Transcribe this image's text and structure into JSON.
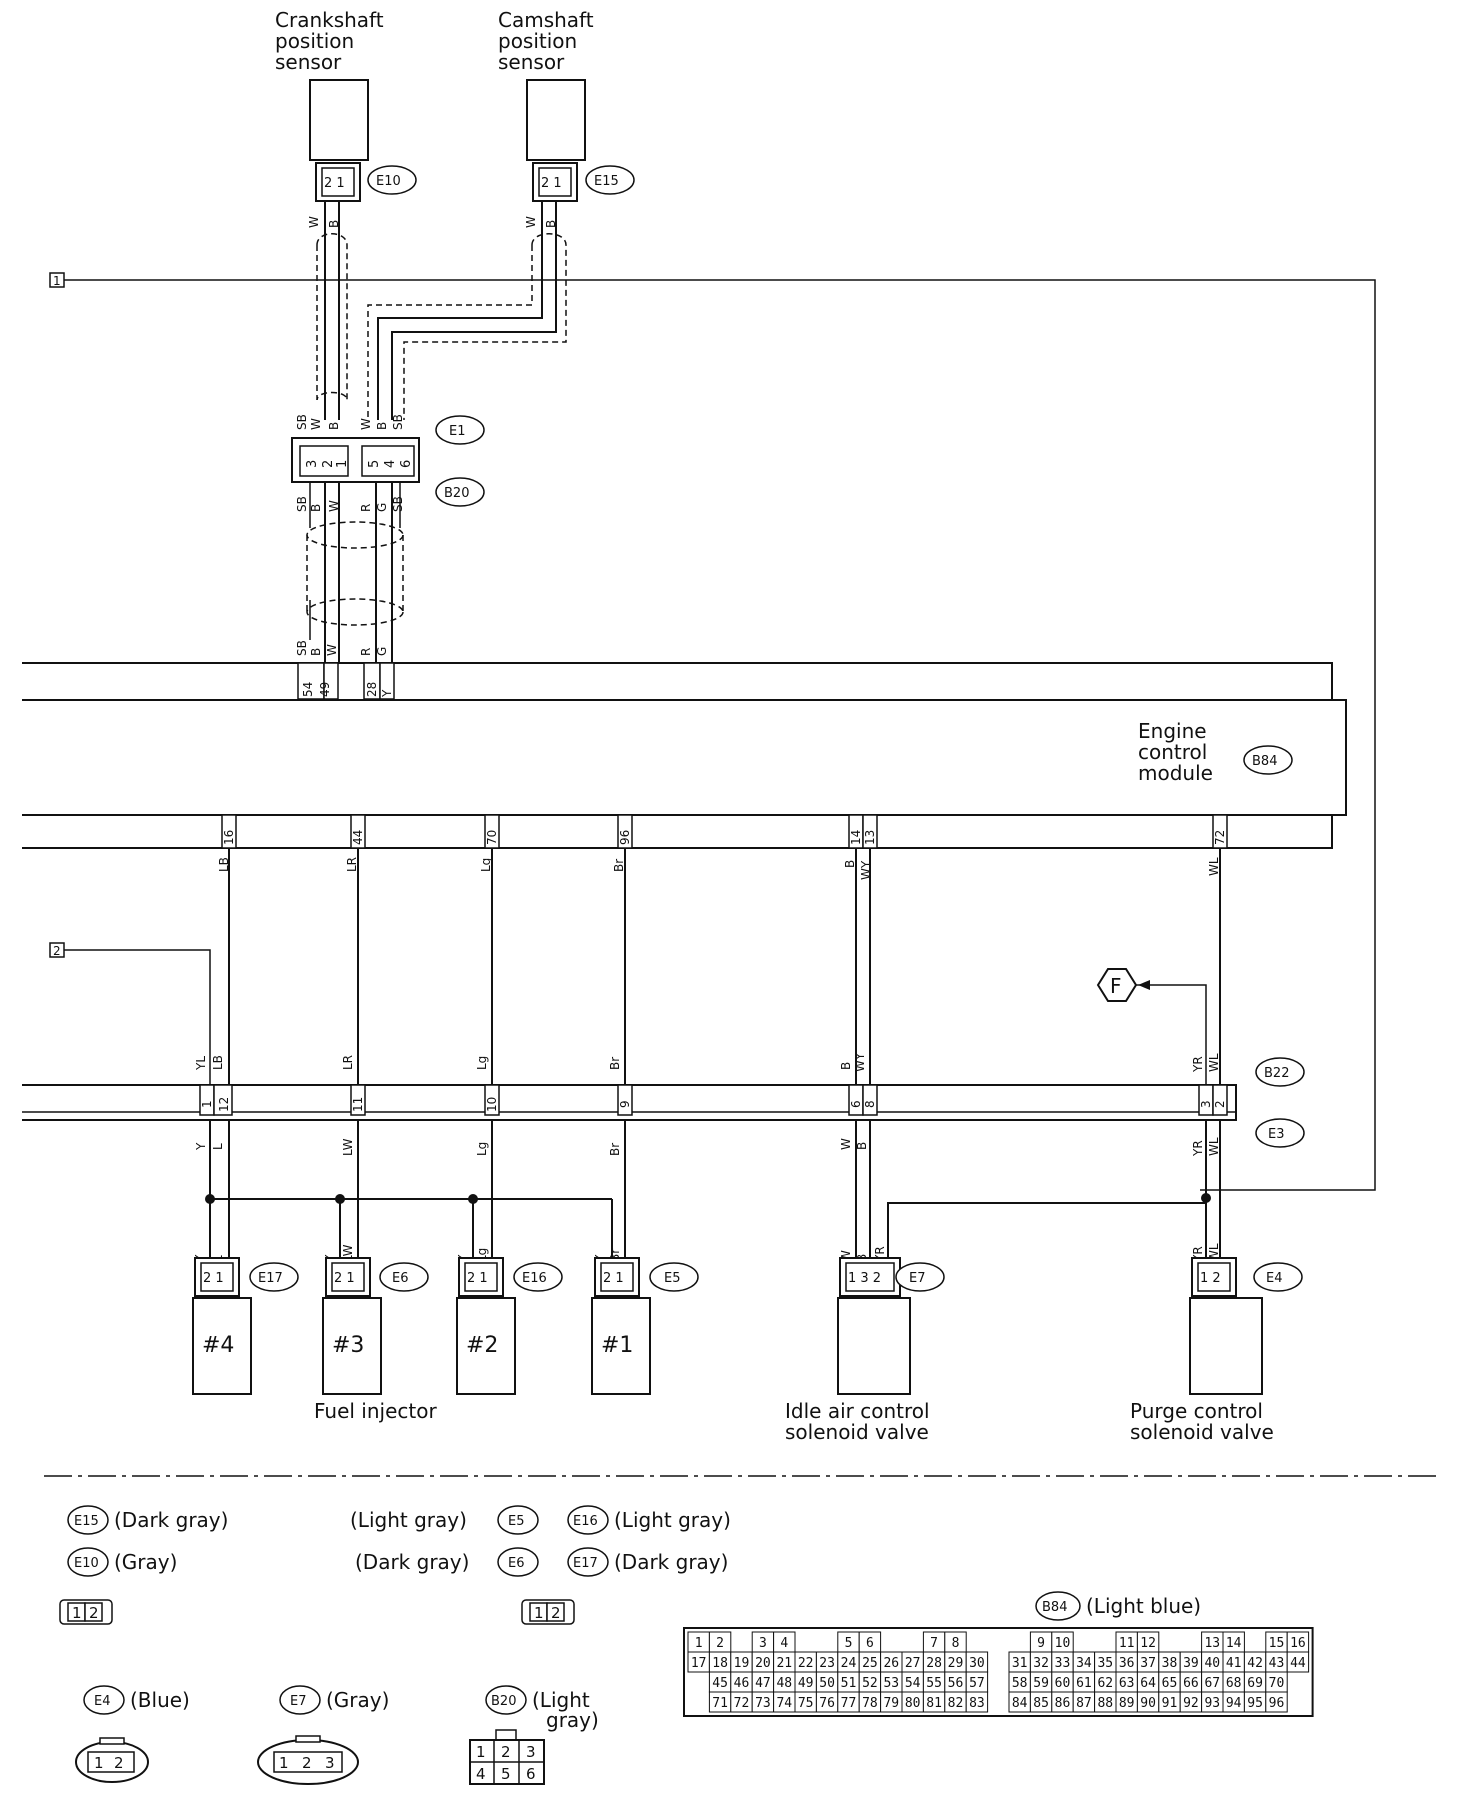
{
  "sensors": {
    "crank": {
      "title": [
        "Crankshaft",
        "position",
        "sensor"
      ],
      "connector": "E10",
      "pins": "2 1"
    },
    "cam": {
      "title": [
        "Camshaft",
        "position",
        "sensor"
      ],
      "connector": "E15",
      "pins": "2 1"
    }
  },
  "markers": {
    "m1": "1",
    "m2": "2",
    "ground": "F"
  },
  "wires_top": {
    "crank": [
      "W",
      "B"
    ],
    "cam": [
      "W",
      "B"
    ],
    "e1_top": [
      "SB",
      "W",
      "B",
      "W",
      "B",
      "SB"
    ],
    "e1_pins": [
      "3",
      "2",
      "1",
      "5",
      "4",
      "6"
    ],
    "b20_bottom": [
      "SB",
      "B",
      "W",
      "R",
      "G",
      "SB"
    ],
    "ecm_in": [
      "SB",
      "B",
      "W",
      "R",
      "G"
    ],
    "ecm_pins": [
      "54",
      "49",
      "28",
      "Y"
    ]
  },
  "connectors": {
    "e1": "E1",
    "b20": "B20",
    "b84": "B84",
    "b22": "B22",
    "e3": "E3"
  },
  "ecm": {
    "title": [
      "Engine",
      "control",
      "module"
    ]
  },
  "ecm_out": {
    "pins": [
      "16",
      "44",
      "70",
      "96",
      "14",
      "13",
      "72"
    ],
    "colors_upper": [
      "LB",
      "LR",
      "Lg",
      "Br",
      "B",
      "WY",
      "WL"
    ],
    "colors_mid": [
      "YL",
      "LB",
      "LR",
      "Lg",
      "Br",
      "B",
      "WY",
      "YR",
      "WL"
    ],
    "b22_pins": [
      "1",
      "12",
      "11",
      "10",
      "9",
      "6",
      "8",
      "3",
      "2"
    ],
    "colors_lower": [
      "Y",
      "L",
      "LW",
      "Lg",
      "Br",
      "W",
      "B",
      "YR",
      "WL"
    ]
  },
  "loads": {
    "inj4": {
      "label": "#4",
      "connector": "E17",
      "colors": [
        "Y",
        "L"
      ],
      "pins": "2 1"
    },
    "inj3": {
      "label": "#3",
      "connector": "E6",
      "colors": [
        "Y",
        "LW"
      ],
      "pins": "2 1"
    },
    "inj2": {
      "label": "#2",
      "connector": "E16",
      "colors": [
        "Y",
        "Lg"
      ],
      "pins": "2 1"
    },
    "inj1": {
      "label": "#1",
      "connector": "E5",
      "colors": [
        "Y",
        "Br"
      ],
      "pins": "2 1"
    },
    "iac": {
      "connector": "E7",
      "colors": [
        "W",
        "B",
        "YR"
      ],
      "pins": "1 3 2"
    },
    "purge": {
      "connector": "E4",
      "colors": [
        "YR",
        "WL"
      ],
      "pins": "1 2"
    }
  },
  "captions": {
    "fuel_injector": "Fuel injector",
    "iac": [
      "Idle air control",
      "solenoid valve"
    ],
    "purge": [
      "Purge control",
      "solenoid valve"
    ]
  },
  "legend": {
    "e15": {
      "id": "E15",
      "text": "(Dark gray)"
    },
    "e10": {
      "id": "E10",
      "text": "(Gray)"
    },
    "e5": {
      "id": "E5",
      "text": "(Light gray)"
    },
    "e6": {
      "id": "E6",
      "text": "(Dark gray)"
    },
    "e16": {
      "id": "E16",
      "text": "(Light gray)"
    },
    "e17": {
      "id": "E17",
      "text": "(Dark gray)"
    },
    "b84": {
      "id": "B84",
      "text": "(Light blue)"
    },
    "e4": {
      "id": "E4",
      "text": "(Blue)"
    },
    "e7": {
      "id": "E7",
      "text": "(Gray)"
    },
    "b20": {
      "id": "B20",
      "text": [
        "(Light",
        "gray)"
      ]
    },
    "conn12_a": [
      "1",
      "2"
    ],
    "conn12_b": [
      "1",
      "2"
    ],
    "conn_e4": [
      "1",
      "2"
    ],
    "conn_e7": [
      "1",
      "2",
      "3"
    ],
    "conn_b20": [
      [
        "1",
        "2",
        "3"
      ],
      [
        "4",
        "5",
        "6"
      ]
    ],
    "b84_rows": [
      [
        "1",
        "2",
        "",
        "3",
        "4",
        "",
        "",
        "5",
        "6",
        "",
        "",
        "7",
        "8",
        "",
        "",
        "",
        "9",
        "10",
        "",
        "",
        "11",
        "12",
        "",
        "",
        "13",
        "14",
        "",
        "15",
        "16"
      ],
      [
        "17",
        "18",
        "19",
        "20",
        "21",
        "22",
        "23",
        "24",
        "25",
        "26",
        "27",
        "28",
        "29",
        "30",
        "",
        "31",
        "32",
        "33",
        "34",
        "35",
        "36",
        "37",
        "38",
        "39",
        "40",
        "41",
        "42",
        "43",
        "44"
      ],
      [
        "",
        "45",
        "46",
        "47",
        "48",
        "49",
        "50",
        "51",
        "52",
        "53",
        "54",
        "55",
        "56",
        "57",
        "",
        "58",
        "59",
        "60",
        "61",
        "62",
        "63",
        "64",
        "65",
        "66",
        "67",
        "68",
        "69",
        "70",
        ""
      ],
      [
        "",
        "71",
        "72",
        "73",
        "74",
        "75",
        "76",
        "77",
        "78",
        "79",
        "80",
        "81",
        "82",
        "83",
        "",
        "84",
        "85",
        "86",
        "87",
        "88",
        "89",
        "90",
        "91",
        "92",
        "93",
        "94",
        "95",
        "96",
        ""
      ]
    ]
  }
}
